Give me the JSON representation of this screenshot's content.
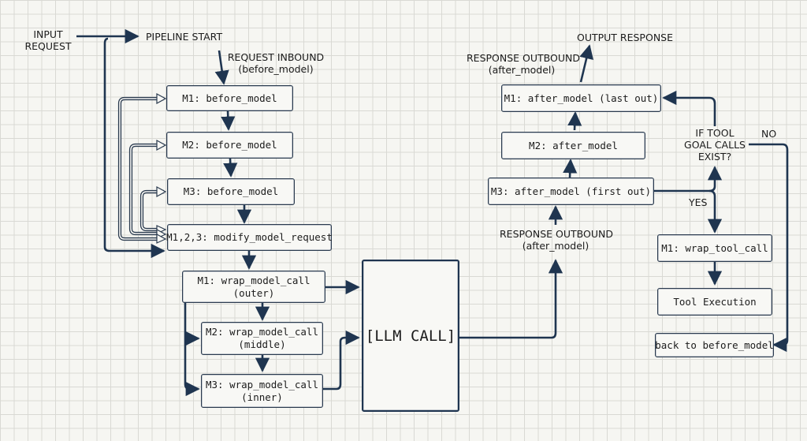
{
  "colors": {
    "background": "#f6f6f2",
    "grid": "#d9d9d4",
    "line": "#1f3550",
    "box_border": "#2a3a4e"
  },
  "labels": {
    "input_request": "INPUT\nREQUEST",
    "pipeline_start": "PIPELINE START",
    "request_inbound": "REQUEST INBOUND\n(before_model)",
    "output_response": "OUTPUT RESPONSE",
    "response_outbound_top": "RESPONSE OUTBOUND\n(after_model)",
    "response_outbound_mid": "RESPONSE OUTBOUND\n(after_model)",
    "decision": "IF TOOL\nGOAL CALLS\nEXIST?",
    "no": "NO",
    "yes": "YES"
  },
  "boxes": {
    "m1_before": "M1: before_model",
    "m2_before": "M2: before_model",
    "m3_before": "M3: before_model",
    "modify_request": "M1,2,3: modify_model_request",
    "m1_wrap": "M1: wrap_model_call\n(outer)",
    "m2_wrap": "M2: wrap_model_call\n(middle)",
    "m3_wrap": "M3: wrap_model_call\n(inner)",
    "llm_call": "[LLM CALL]",
    "m1_after": "M1: after_model (last out)",
    "m2_after": "M2: after_model",
    "m3_after": "M3: after_model (first out)",
    "wrap_tool": "M1: wrap_tool_call",
    "tool_exec": "Tool Execution",
    "back_to": "back to before_model"
  }
}
